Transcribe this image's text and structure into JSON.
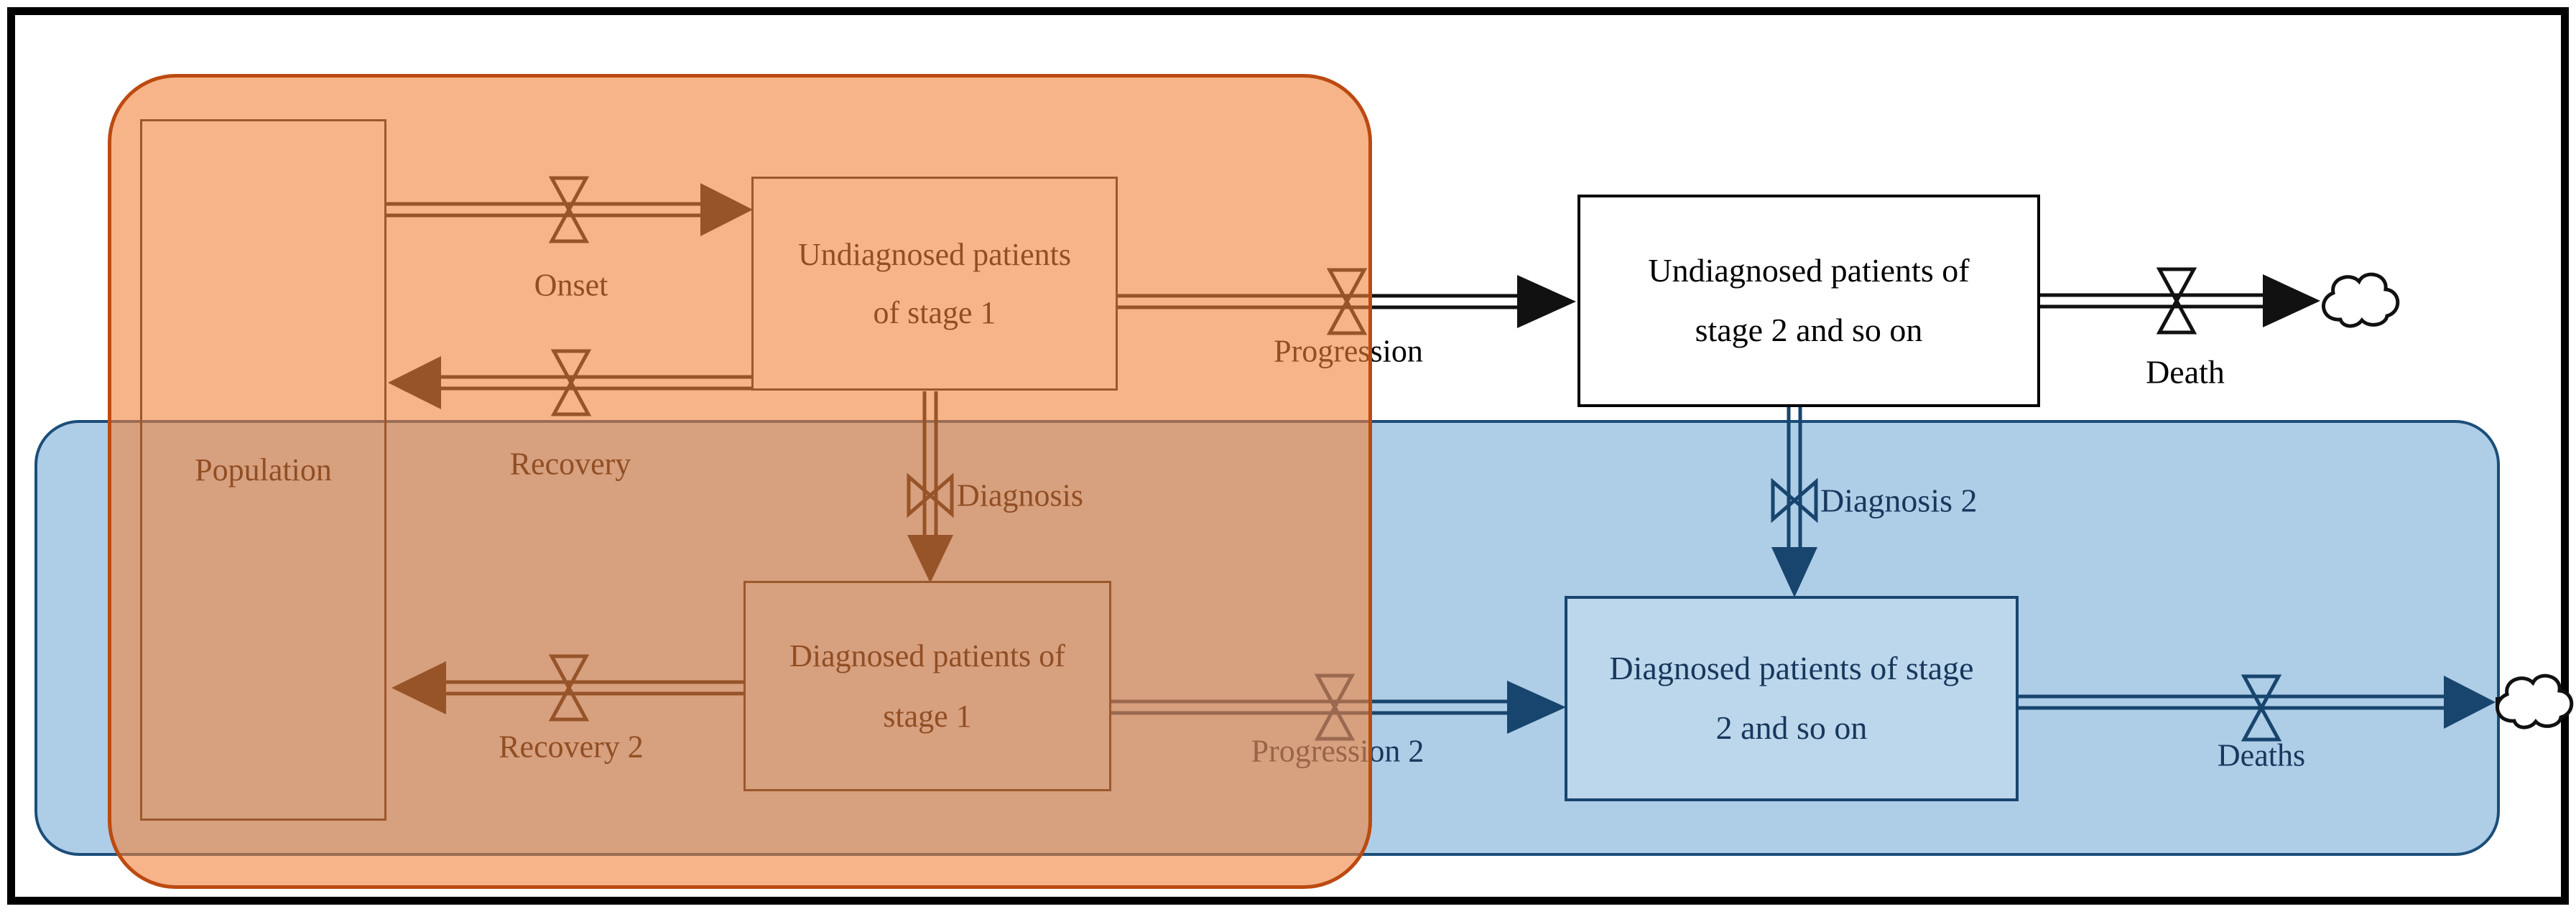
{
  "diagram": {
    "type": "stock-and-flow system dynamics model of disease staging",
    "stocks": {
      "population": {
        "label": "Population"
      },
      "undiagnosed_stage1": {
        "label": "Undiagnosed patients\nof stage 1"
      },
      "undiagnosed_stage2": {
        "label": "Undiagnosed patients of\nstage 2 and so on"
      },
      "diagnosed_stage1": {
        "label": "Diagnosed patients of\nstage 1"
      },
      "diagnosed_stage2": {
        "label": "Diagnosed patients of stage\n2 and so on"
      }
    },
    "flows": {
      "onset": {
        "label": "Onset"
      },
      "recovery": {
        "label": "Recovery"
      },
      "progression": {
        "label": "Progression"
      },
      "death": {
        "label": "Death"
      },
      "diagnosis": {
        "label": "Diagnosis"
      },
      "diagnosis2": {
        "label": "Diagnosis 2"
      },
      "recovery2": {
        "label": "Recovery 2"
      },
      "progression2": {
        "label": "Progression 2"
      },
      "deaths": {
        "label": "Deaths"
      }
    },
    "colors": {
      "stage1_region_fill": "#F2823A",
      "stage1_region_border": "#BC4A11",
      "stage2_region_fill": "#AECDE7",
      "stage2_region_border": "#1B4E79",
      "stage2_element": "#17456E",
      "stage2_text": "#17375D",
      "neutral_element": "#111111",
      "frame": "#000000"
    }
  }
}
